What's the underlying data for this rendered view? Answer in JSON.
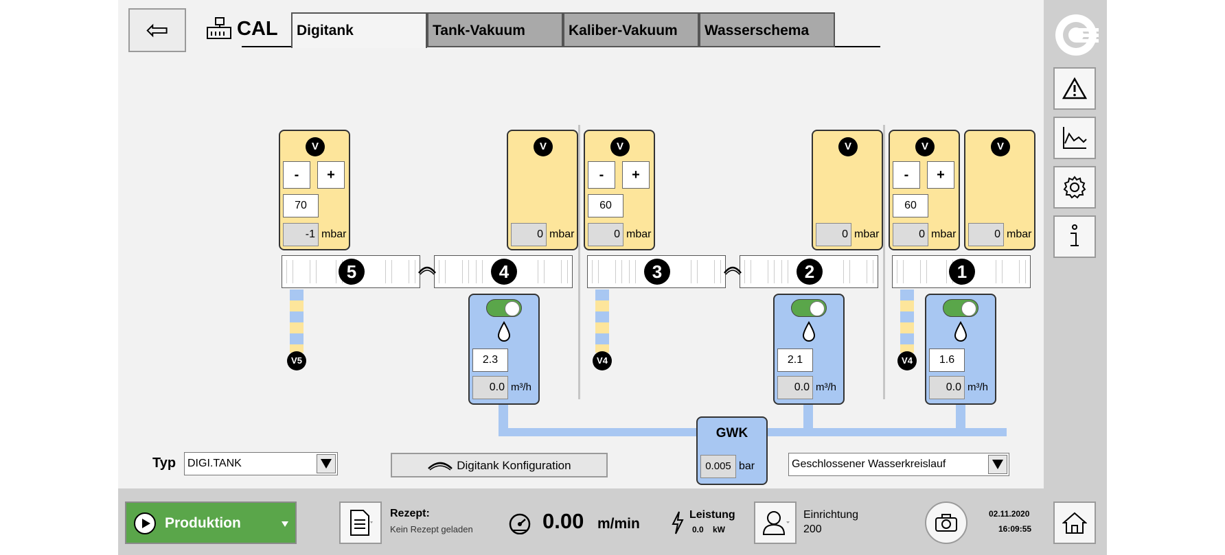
{
  "header": {
    "back_glyph": "⇦",
    "module_label": "CAL",
    "tabs": [
      {
        "label": "Digitank",
        "active": true
      },
      {
        "label": "Tank-Vakuum",
        "active": false
      },
      {
        "label": "Kaliber-Vakuum",
        "active": false
      },
      {
        "label": "Wasserschema",
        "active": false
      }
    ]
  },
  "sidebar": {
    "logo": "company-logo",
    "buttons": [
      "warning-icon",
      "trend-chart-icon",
      "gear-icon",
      "info-icon"
    ]
  },
  "vacuum_blocks": [
    {
      "circle": "V",
      "minus": "-",
      "plus": "+",
      "setpoint": "70",
      "actual": "-1",
      "unit": "mbar"
    },
    {
      "circle": "V",
      "actual": "0",
      "unit": "mbar"
    },
    {
      "circle": "V",
      "minus": "-",
      "plus": "+",
      "setpoint": "60",
      "actual": "0",
      "unit": "mbar"
    },
    {
      "circle": "V",
      "actual": "0",
      "unit": "mbar"
    },
    {
      "circle": "V",
      "minus": "-",
      "plus": "+",
      "setpoint": "60",
      "actual": "0",
      "unit": "mbar"
    },
    {
      "circle": "V",
      "actual": "0",
      "unit": "mbar"
    }
  ],
  "tanks": [
    "5",
    "4",
    "3",
    "2",
    "1"
  ],
  "vacuum_lines": [
    "V5",
    "V4",
    "V4"
  ],
  "water_blocks": [
    {
      "setpoint": "2.3",
      "actual": "0.0",
      "unit": "m³/h",
      "enabled": true
    },
    {
      "setpoint": "2.1",
      "actual": "0.0",
      "unit": "m³/h",
      "enabled": true
    },
    {
      "setpoint": "1.6",
      "actual": "0.0",
      "unit": "m³/h",
      "enabled": true
    }
  ],
  "gwk": {
    "label": "GWK",
    "value": "0.005",
    "unit": "bar"
  },
  "controls": {
    "typ_label": "Typ",
    "typ_value": "DIGI.TANK",
    "config_button": "Digitank Konfiguration",
    "circuit_value": "Geschlossener Wasserkreislauf"
  },
  "bottom": {
    "production_label": "Produktion",
    "recipe_label": "Rezept:",
    "recipe_value": "Kein Rezept geladen",
    "speed_value": "0.00",
    "speed_unit": "m/min",
    "power_label": "Leistung",
    "power_value": "0.0",
    "power_unit": "kW",
    "user_label": "Einrichtung",
    "user_value": "200",
    "date": "02.11.2020",
    "time": "16:09:55"
  },
  "colors": {
    "accent_green": "#5aa64a",
    "vacuum_yellow": "#fde59b",
    "water_blue": "#a8c7f2"
  }
}
